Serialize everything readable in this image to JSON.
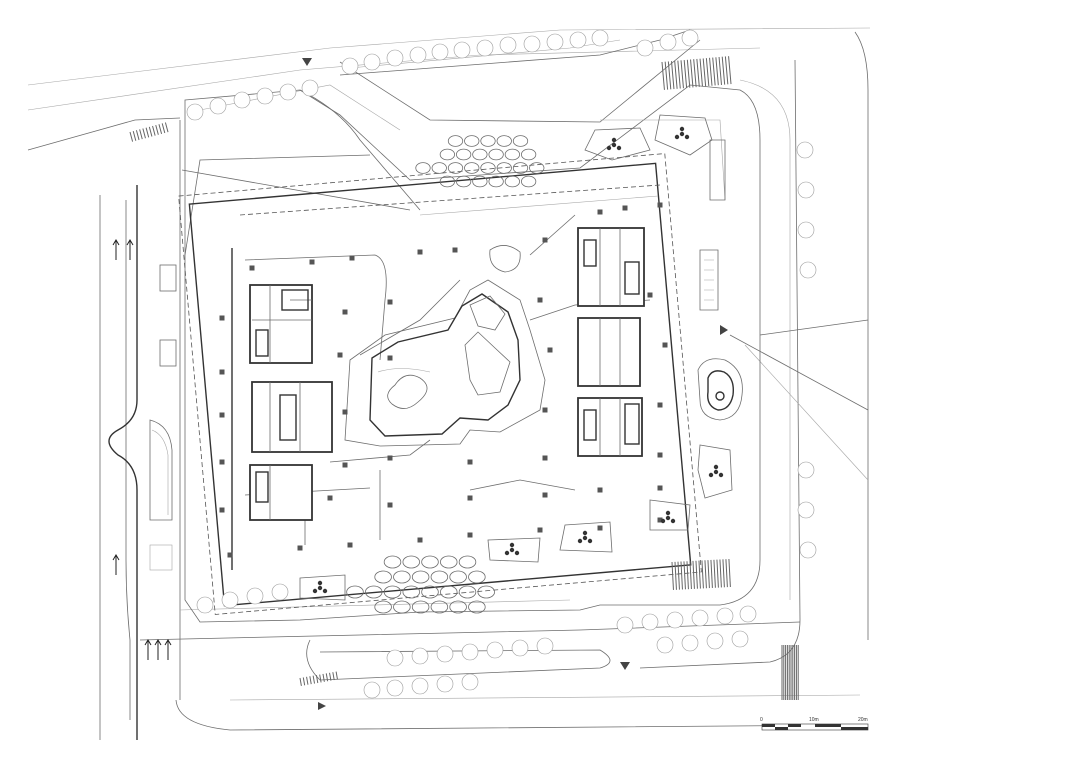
{
  "scale_bar": {
    "labels": [
      "0",
      "10m",
      "20m"
    ]
  },
  "colors": {
    "line": "#6d6d6d",
    "line_light": "#a6a6a6",
    "line_dark": "#333333",
    "background": "#ffffff"
  }
}
